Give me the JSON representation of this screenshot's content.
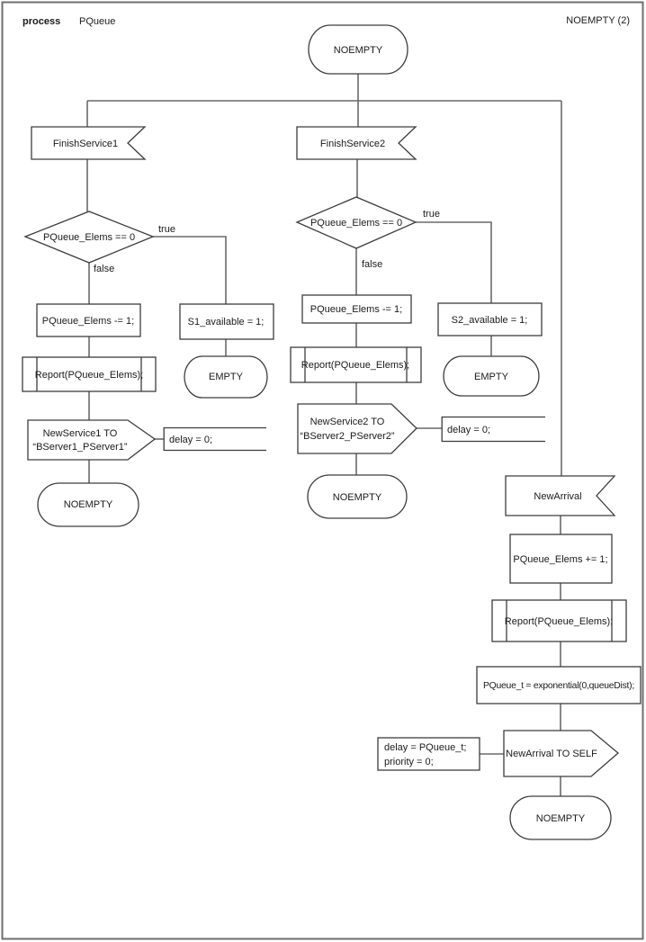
{
  "page": {
    "kind": "process",
    "name": "PQueue",
    "state_header": "NOEMPTY (2)"
  },
  "start_state": "NOEMPTY",
  "finish1": {
    "signal": "FinishService1",
    "condition": "PQueue_Elems == 0",
    "label_true": "true",
    "label_false": "false",
    "task_dec": "PQueue_Elems -= 1;",
    "report": "Report(PQueue_Elems);",
    "send_line1": "NewService1 TO",
    "send_line2": "“BServer1_PServer1”",
    "send_param": "delay = 0;",
    "task_avail": "S1_available = 1;",
    "state_empty": "EMPTY",
    "state_next": "NOEMPTY"
  },
  "finish2": {
    "signal": "FinishService2",
    "condition": "PQueue_Elems == 0",
    "label_true": "true",
    "label_false": "false",
    "task_dec": "PQueue_Elems -= 1;",
    "report": "Report(PQueue_Elems);",
    "send_line1": "NewService2 TO",
    "send_line2": "“BServer2_PServer2”",
    "send_param": "delay = 0;",
    "task_avail": "S2_available = 1;",
    "state_empty": "EMPTY",
    "state_next": "NOEMPTY"
  },
  "arrival": {
    "signal": "NewArrival",
    "task_inc": "PQueue_Elems += 1;",
    "report": "Report(PQueue_Elems);",
    "task_time": "PQueue_t = exponential(0,queueDist);",
    "send": "NewArrival TO SELF",
    "param_line1": "delay = PQueue_t;",
    "param_line2": "priority = 0;",
    "state_next": "NOEMPTY"
  },
  "colors": {
    "shape_outline": "#3d3d3d",
    "connector": "#6a6a6a",
    "page_border": "#6e6e6e",
    "background": "#ffffff",
    "text": "#1a1a1a"
  }
}
